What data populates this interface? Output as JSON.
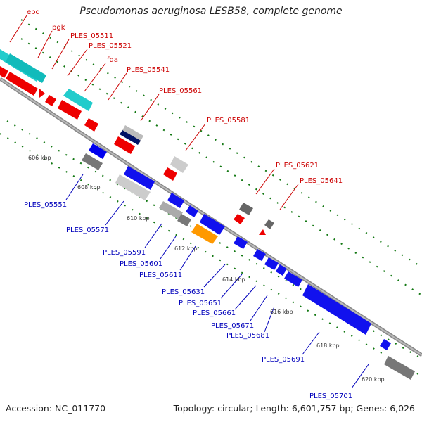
{
  "title": "Pseudomonas aeruginosa LESB58, complete genome",
  "footer": {
    "accession": "Accession: NC_011770",
    "summary": "Topology: circular; Length: 6,601,757 bp; Genes: 6,026"
  },
  "colors": {
    "forward_label": "#cc0000",
    "reverse_label": "#0000bb",
    "backbone": "#888888",
    "tick": "#117711"
  },
  "kbp_ticks": [
    "606 kbp",
    "608 kbp",
    "610 kbp",
    "612 kbp",
    "614 kbp",
    "616 kbp",
    "618 kbp",
    "620 kbp"
  ],
  "forward_labels": [
    "epd",
    "pgk",
    "PLES_05511",
    "PLES_05521",
    "fda",
    "PLES_05541",
    "PLES_05561",
    "PLES_05581",
    "PLES_05621",
    "PLES_05641"
  ],
  "reverse_labels": [
    "PLES_05551",
    "PLES_05571",
    "PLES_05591",
    "PLES_05601",
    "PLES_05611",
    "PLES_05631",
    "PLES_05651",
    "PLES_05661",
    "PLES_05671",
    "PLES_05681",
    "PLES_05691",
    "PLES_05701"
  ]
}
